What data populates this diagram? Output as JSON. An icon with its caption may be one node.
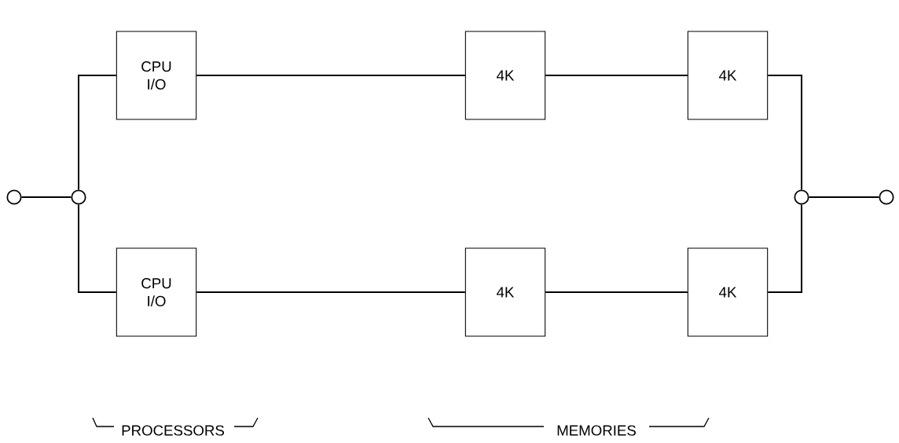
{
  "diagram": {
    "nodes": [
      {
        "text": [],
        "shape": "circle"
      },
      {
        "text": [],
        "shape": "circle"
      },
      {
        "text": [
          "CPU I/O"
        ]
      },
      {
        "text": [
          "CPU I/O"
        ]
      },
      {
        "text": [
          "4K"
        ]
      },
      {
        "text": [
          "4K"
        ]
      },
      {
        "text": [
          "4K"
        ]
      },
      {
        "text": [
          "4K"
        ]
      },
      {
        "text": [],
        "shape": "circle"
      },
      {
        "text": [],
        "shape": "circle"
      }
    ],
    "edges": [
      {
        "from": 0,
        "to": 1,
        "arrow": "none"
      },
      {
        "from": 1,
        "to": 2,
        "arrow": "none"
      },
      {
        "from": 1,
        "to": 3,
        "arrow": "none"
      },
      {
        "from": 2,
        "to": 4,
        "arrow": "none"
      },
      {
        "from": 4,
        "to": 5,
        "arrow": "none"
      },
      {
        "from": 3,
        "to": 6,
        "arrow": "none"
      },
      {
        "from": 6,
        "to": 7,
        "arrow": "none"
      },
      {
        "from": 5,
        "to": 8,
        "arrow": "none"
      },
      {
        "from": 7,
        "to": 8,
        "arrow": "none"
      },
      {
        "from": 8,
        "to": 9,
        "arrow": "none"
      }
    ],
    "labels": [
      "PROCESSORS",
      "MEMORIES"
    ]
  }
}
